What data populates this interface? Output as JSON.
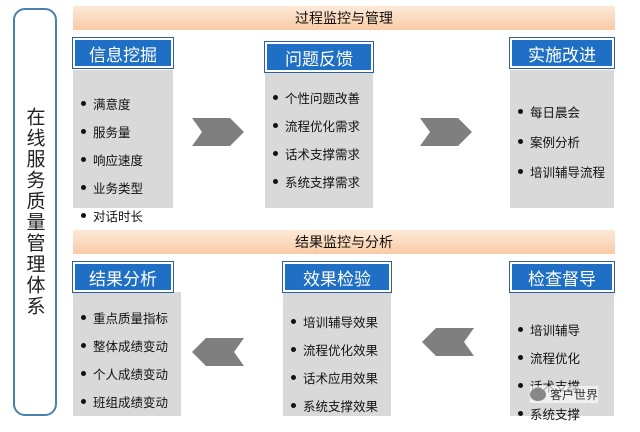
{
  "side_title": "在线服务质量管理体系",
  "process_section": {
    "header": "过程监控与管理",
    "info_mining": {
      "title": "信息挖掘",
      "items": [
        "满意度",
        "服务量",
        "响应速度",
        "业务类型",
        "对话时长"
      ]
    },
    "feedback": {
      "title": "问题反馈",
      "items": [
        "个性问题改善",
        "流程优化需求",
        "话术支撑需求",
        "系统支撑需求"
      ]
    },
    "implementation": {
      "title": "实施改进",
      "items": [
        "每日晨会",
        "案例分析",
        "培训辅导流程"
      ]
    }
  },
  "result_section": {
    "header": "结果监控与分析",
    "analysis": {
      "title": "结果分析",
      "items": [
        "重点质量指标",
        "整体成绩变动",
        "个人成绩变动",
        "班组成绩变动"
      ]
    },
    "effect_check": {
      "title": "效果检验",
      "items": [
        "培训辅导效果",
        "流程优化效果",
        "话术应用效果",
        "系统支撑效果"
      ]
    },
    "supervision": {
      "title": "检查督导",
      "items": [
        "培训辅导",
        "流程优化",
        "话术支撑",
        "系统支撑"
      ]
    }
  },
  "watermark": "客户世界",
  "colors": {
    "title_blue": "#1f6fc4",
    "panel_gray": "#d9d9d9",
    "arrow_gray": "#7f7f7f",
    "bar_peach": "#f9cca4"
  }
}
